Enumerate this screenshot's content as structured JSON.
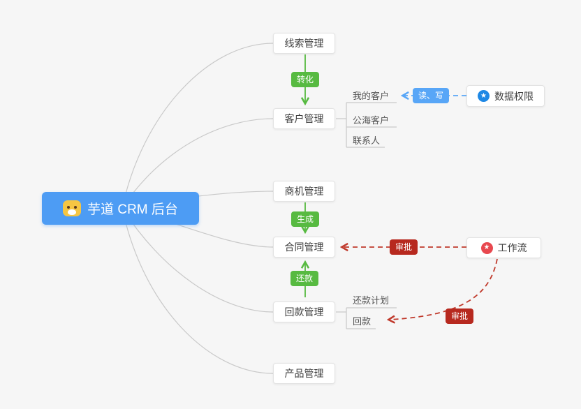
{
  "root": {
    "label": "芋道 CRM 后台"
  },
  "modules": {
    "leads": "线索管理",
    "customers": "客户管理",
    "opportunities": "商机管理",
    "contracts": "合同管理",
    "receivables": "回款管理",
    "products": "产品管理"
  },
  "customer_children": {
    "my_customers": "我的客户",
    "public_customers": "公海客户",
    "contacts": "联系人"
  },
  "receivable_children": {
    "repayment_plan": "还款计划",
    "receivable": "回款"
  },
  "edge_labels": {
    "convert": "转化",
    "generate": "生成",
    "repay": "还款",
    "read_write": "读、写",
    "approve_contract": "审批",
    "approve_receivable": "审批"
  },
  "side_nodes": {
    "data_permission": "数据权限",
    "workflow": "工作流"
  },
  "glyphs": {
    "star": "★"
  },
  "icons": {
    "root_logo": "shiba-dog-logo",
    "data_permission": "star-circle-blue",
    "workflow": "star-circle-red"
  },
  "colors": {
    "background": "#f6f6f6",
    "root_bg": "#4d9cf4",
    "green": "#57ba41",
    "blue_badge": "#58a6f7",
    "red_badge": "#b7291f",
    "red_line": "#c0392b",
    "gray_line": "#c9c9c9"
  }
}
